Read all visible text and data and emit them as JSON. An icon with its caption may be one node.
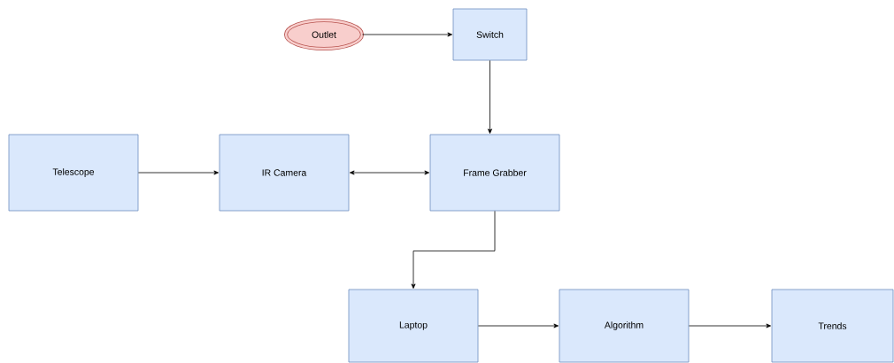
{
  "diagram": {
    "nodes": [
      {
        "text": [
          "Outlet"
        ]
      },
      {
        "text": [
          "Switch"
        ]
      },
      {
        "text": [
          "Telescope"
        ]
      },
      {
        "text": [
          "IR Camera"
        ]
      },
      {
        "text": [
          "Frame Grabber"
        ]
      },
      {
        "text": [
          "Laptop"
        ]
      },
      {
        "text": [
          "Algorithm"
        ]
      },
      {
        "text": [
          "Trends"
        ]
      }
    ],
    "edges": [
      {
        "from": 0,
        "to": 1,
        "arrow": "to"
      },
      {
        "from": 1,
        "to": 4,
        "arrow": "to"
      },
      {
        "from": 2,
        "to": 3,
        "arrow": "to"
      },
      {
        "from": 3,
        "to": 4,
        "arrow": "both"
      },
      {
        "from": 4,
        "to": 5,
        "arrow": "to"
      },
      {
        "from": 5,
        "to": 6,
        "arrow": "to"
      },
      {
        "from": 6,
        "to": 7,
        "arrow": "to"
      }
    ]
  }
}
